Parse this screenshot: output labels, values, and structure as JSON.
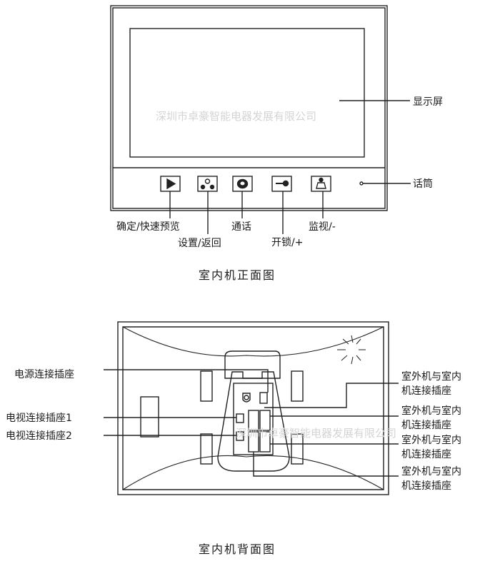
{
  "front": {
    "title": "室内机正面图",
    "screen_label": "显示屏",
    "mic_label": "话筒",
    "buttons": [
      {
        "icon": "play-icon",
        "label": "确定/快速预览"
      },
      {
        "icon": "settings-icon",
        "label": "设置/返回"
      },
      {
        "icon": "phone-icon",
        "label": "通话"
      },
      {
        "icon": "key-icon",
        "label": "开锁/+"
      },
      {
        "icon": "monitor-person-icon",
        "label": "监视/-"
      }
    ]
  },
  "back": {
    "title": "室内机背面图",
    "left_labels": [
      "电源连接插座",
      "电视连接插座1",
      "电视连接插座2"
    ],
    "right_labels": [
      [
        "室外机与室内",
        "机连接插座"
      ],
      [
        "室外机与室内",
        "机连接插座"
      ],
      [
        "室外机与室内",
        "机连接插座"
      ],
      [
        "室外机与室内",
        "机连接插座"
      ]
    ]
  },
  "watermark": "深圳市卓豪智能电器发展有限公司"
}
